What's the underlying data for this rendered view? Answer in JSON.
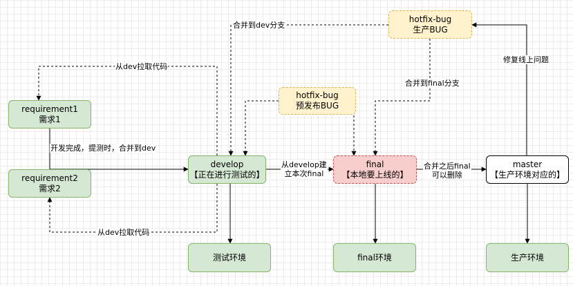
{
  "nodes": {
    "requirement1": {
      "line1": "requirement1",
      "line2": "需求1"
    },
    "requirement2": {
      "line1": "requirement2",
      "line2": "需求2"
    },
    "develop": {
      "line1": "develop",
      "line2": "【正在进行测试的】"
    },
    "hotfix_prebug": {
      "line1": "hotfix-bug",
      "line2": "预发布BUG"
    },
    "hotfix_prod": {
      "line1": "hotfix-bug",
      "line2": "生产BUG"
    },
    "final": {
      "line1": "final",
      "line2": "【本地要上线的】"
    },
    "master": {
      "line1": "master",
      "line2": "【生产环境对应的】"
    },
    "test_env": {
      "label": "测试环境"
    },
    "final_env": {
      "label": "final环境"
    },
    "prod_env": {
      "label": "生产环境"
    }
  },
  "edges": {
    "pull_from_dev_top": "从dev拉取代码",
    "pull_from_dev_bottom": "从dev拉取代码",
    "merge_to_dev_branch": "合并到dev分支",
    "merge_to_final_branch": "合并到final分支",
    "fix_online": "修复线上问题",
    "dev_done": "开发完成，提测时，合并到dev",
    "create_final_line1": "从develop建",
    "create_final_line2": "立本次final",
    "delete_final_line1": "合并之后final",
    "delete_final_line2": "可以删除"
  },
  "colors": {
    "green_fill": "#d5e8d4",
    "green_stroke": "#82b366",
    "yellow_fill": "#fff2cc",
    "yellow_stroke": "#d6b656",
    "red_fill": "#f8cecc",
    "red_stroke": "#b85450"
  }
}
